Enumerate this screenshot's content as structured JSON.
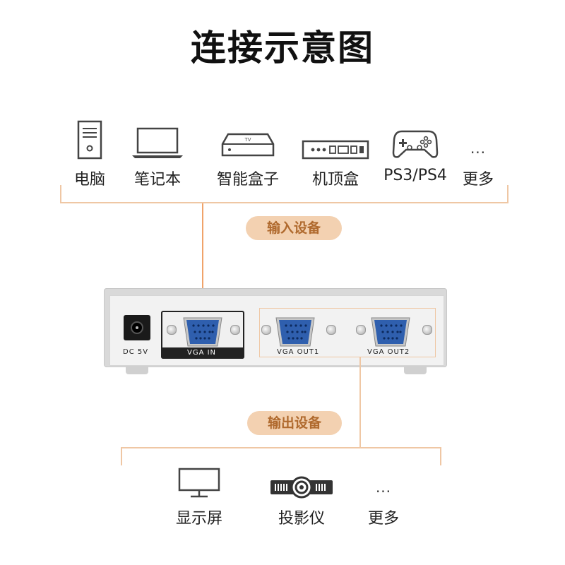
{
  "title": "连接示意图",
  "input_devices": [
    {
      "label": "电脑",
      "icon": "computer-tower-icon"
    },
    {
      "label": "笔记本",
      "icon": "laptop-icon"
    },
    {
      "label": "智能盒子",
      "icon": "smart-tv-box-icon",
      "badge": "TV"
    },
    {
      "label": "机顶盒",
      "icon": "set-top-box-icon"
    },
    {
      "label": "PS3/PS4",
      "icon": "gamepad-icon"
    },
    {
      "label": "更多",
      "icon": "more-dots-icon",
      "dots": "..."
    }
  ],
  "input_pill": "输入设备",
  "output_pill": "输出设备",
  "splitter": {
    "dc_label": "DC 5V",
    "vga_in_label": "VGA IN",
    "vga_out1_label": "VGA OUT1",
    "vga_out2_label": "VGA OUT2"
  },
  "output_devices": [
    {
      "label": "显示屏",
      "icon": "monitor-icon"
    },
    {
      "label": "投影仪",
      "icon": "projector-icon"
    },
    {
      "label": "更多",
      "icon": "more-dots-icon",
      "dots": "..."
    }
  ],
  "colors": {
    "accent_line": "#efc7a4",
    "pill_bg": "#f3d1b1",
    "pill_text": "#b06a2e",
    "vga_blue": "#2f5fae",
    "in_line": "#f0a36a"
  }
}
